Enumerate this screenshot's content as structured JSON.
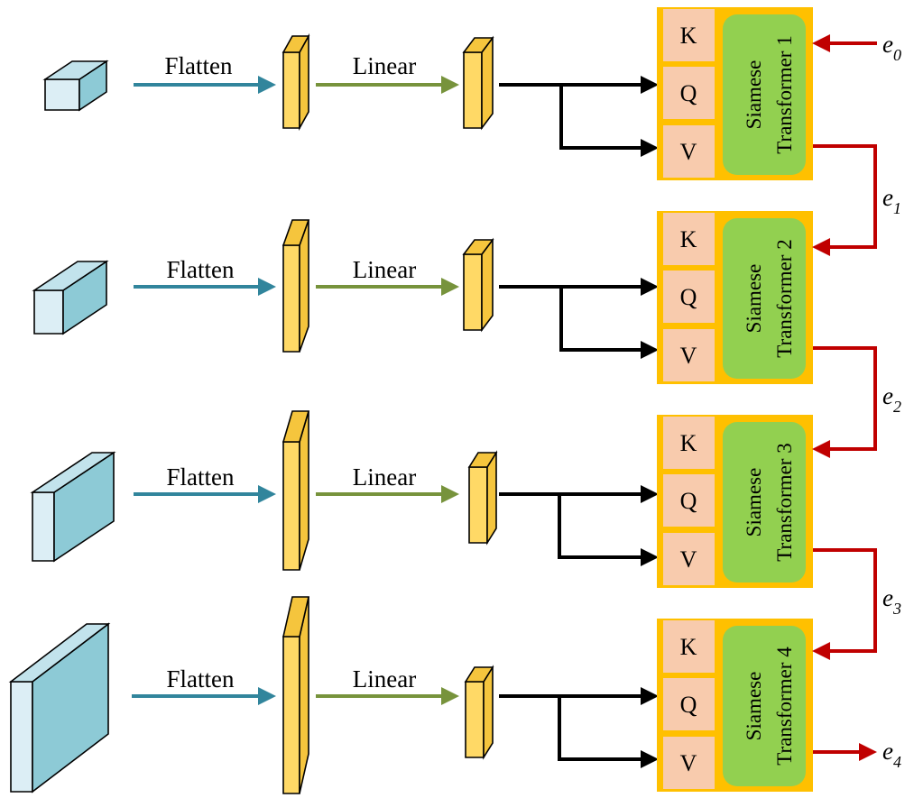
{
  "colors": {
    "cube_front": "#dceef5",
    "cube_side": "#8dcad6",
    "cube_top": "#c2e3ec",
    "bar_front": "#ffd966",
    "bar_side": "#f5c53d",
    "flatten_arrow": "#31859c",
    "linear_arrow": "#77933c",
    "black_arrow": "#000000",
    "red_arrow": "#c00000",
    "block_bg": "#ffc000",
    "kqv_bg": "#f8cbad",
    "transformer_bg": "#92d050"
  },
  "rows": [
    {
      "flatten_label": "Flatten",
      "linear_label": "Linear",
      "k_label": "K",
      "q_label": "Q",
      "v_label": "V",
      "transformer_line1": "Siamese",
      "transformer_line2": "Transformer 1"
    },
    {
      "flatten_label": "Flatten",
      "linear_label": "Linear",
      "k_label": "K",
      "q_label": "Q",
      "v_label": "V",
      "transformer_line1": "Siamese",
      "transformer_line2": "Transformer 2"
    },
    {
      "flatten_label": "Flatten",
      "linear_label": "Linear",
      "k_label": "K",
      "q_label": "Q",
      "v_label": "V",
      "transformer_line1": "Siamese",
      "transformer_line2": "Transformer 3"
    },
    {
      "flatten_label": "Flatten",
      "linear_label": "Linear",
      "k_label": "K",
      "q_label": "Q",
      "v_label": "V",
      "transformer_line1": "Siamese",
      "transformer_line2": "Transformer 4"
    }
  ],
  "embeddings": [
    {
      "base": "e",
      "sub": "0"
    },
    {
      "base": "e",
      "sub": "1"
    },
    {
      "base": "e",
      "sub": "2"
    },
    {
      "base": "e",
      "sub": "3"
    },
    {
      "base": "e",
      "sub": "4"
    }
  ]
}
